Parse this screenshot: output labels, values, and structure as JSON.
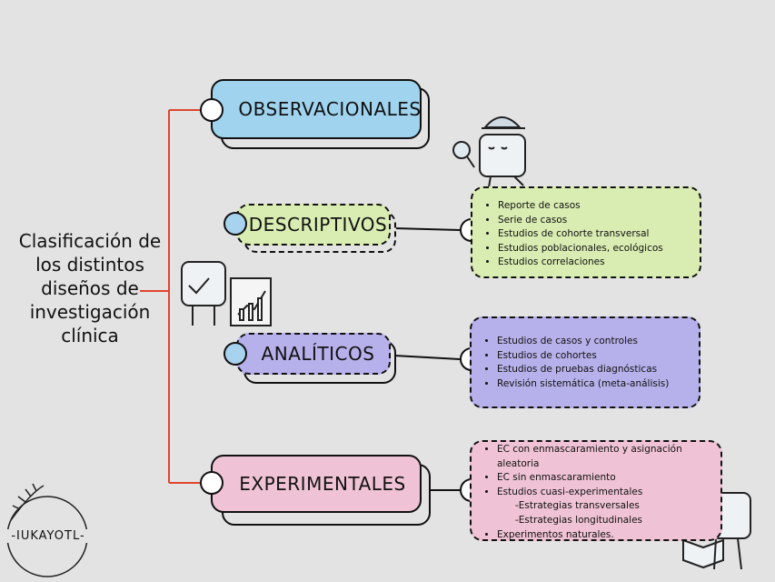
{
  "title": "Clasificación de los distintos diseños de investigación clínica",
  "categories": {
    "observacionales": "OBSERVACIONALES",
    "descriptivos": "DESCRIPTIVOS",
    "analiticos": "ANALÍTICOS",
    "experimentales": "EXPERIMENTALES"
  },
  "descriptivos_items": [
    "Reporte de casos",
    "Serie de casos",
    "Estudios de cohorte transversal",
    "Estudios poblacionales, ecológicos",
    "Estudios correlaciones"
  ],
  "analiticos_items": [
    "Estudios de casos y controles",
    "Estudios de cohortes",
    "Estudios de pruebas diagnósticas",
    "Revisión sistemática (meta-análisis)"
  ],
  "experimentales_items": [
    "EC con enmascaramiento y asignación aleatoria",
    "EC sin enmascaramiento",
    "Estudios cuasi-experimentales",
    "-Estrategias transversales",
    "-Estrategias longitudinales",
    "Experimentos naturales."
  ],
  "logo_text": "IUKAYOTL",
  "colors": {
    "background": "#e3e3e3",
    "observacionales": "#9fd3ee",
    "descriptivos": "#d9ecb2",
    "analiticos": "#b6b1ea",
    "experimentales": "#efc3d5",
    "connector": "#e0452f",
    "node_blue": "#a7d3ee"
  }
}
